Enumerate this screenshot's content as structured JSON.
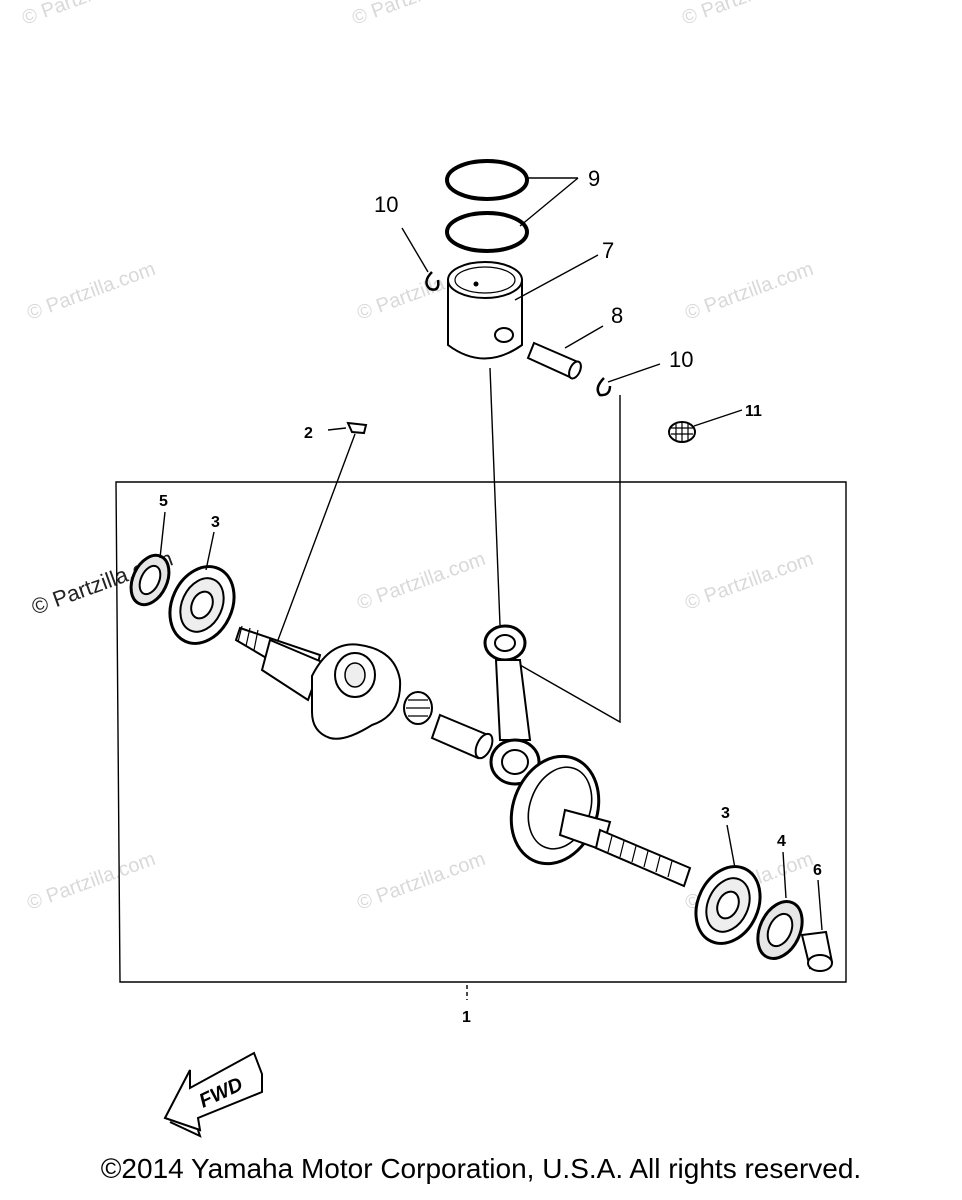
{
  "watermark": "© Partzilla.com",
  "callouts": {
    "c1": "1",
    "c2": "2",
    "c3a": "3",
    "c3b": "3",
    "c4": "4",
    "c5": "5",
    "c6": "6",
    "c7": "7",
    "c8": "8",
    "c9": "9",
    "c10a": "10",
    "c10b": "10",
    "c11": "11"
  },
  "fwd_label": "FWD",
  "copyright": "©2014 Yamaha Motor Corporation, U.S.A. All rights reserved."
}
